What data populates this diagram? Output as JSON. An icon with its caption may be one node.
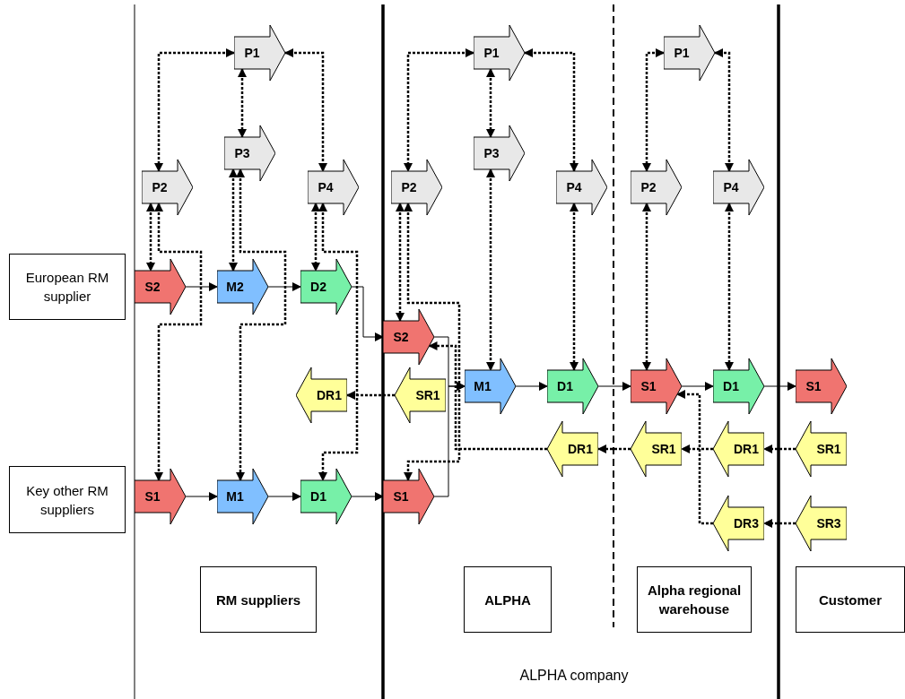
{
  "diagram": {
    "nodes": [
      {
        "text": [
          "European RM supplier"
        ]
      },
      {
        "text": [
          "Key other RM suppliers"
        ]
      },
      {
        "text": [
          "P1"
        ]
      },
      {
        "text": [
          "P3"
        ]
      },
      {
        "text": [
          "P2"
        ]
      },
      {
        "text": [
          "P4"
        ]
      },
      {
        "text": [
          "S2"
        ]
      },
      {
        "text": [
          "M2"
        ]
      },
      {
        "text": [
          "D2"
        ]
      },
      {
        "text": [
          "DR1"
        ]
      },
      {
        "text": [
          "S1"
        ]
      },
      {
        "text": [
          "M1"
        ]
      },
      {
        "text": [
          "D1"
        ]
      },
      {
        "text": [
          "P1"
        ]
      },
      {
        "text": [
          "P3"
        ]
      },
      {
        "text": [
          "P2"
        ]
      },
      {
        "text": [
          "P4"
        ]
      },
      {
        "text": [
          "S2"
        ]
      },
      {
        "text": [
          "SR1"
        ]
      },
      {
        "text": [
          "M1"
        ]
      },
      {
        "text": [
          "D1"
        ]
      },
      {
        "text": [
          "DR1"
        ]
      },
      {
        "text": [
          "S1"
        ]
      },
      {
        "text": [
          "P1"
        ]
      },
      {
        "text": [
          "P2"
        ]
      },
      {
        "text": [
          "P4"
        ]
      },
      {
        "text": [
          "S1"
        ]
      },
      {
        "text": [
          "D1"
        ]
      },
      {
        "text": [
          "SR1"
        ]
      },
      {
        "text": [
          "DR1"
        ]
      },
      {
        "text": [
          "DR3"
        ]
      },
      {
        "text": [
          "S1"
        ]
      },
      {
        "text": [
          "SR1"
        ]
      },
      {
        "text": [
          "SR3"
        ]
      },
      {
        "text": [
          "RM suppliers"
        ]
      },
      {
        "text": [
          "ALPHA"
        ]
      },
      {
        "text": [
          "Alpha regional warehouse"
        ]
      },
      {
        "text": [
          "Customer"
        ]
      }
    ],
    "edges": [
      {
        "from": 2,
        "to": 4,
        "arrow": "both",
        "style": "dashed"
      },
      {
        "from": 2,
        "to": 5,
        "arrow": "both",
        "style": "dashed"
      },
      {
        "from": 2,
        "to": 3,
        "arrow": "both",
        "style": "dashed"
      },
      {
        "from": 4,
        "to": 6,
        "arrow": "both",
        "style": "dashed"
      },
      {
        "from": 4,
        "to": 10,
        "arrow": "both",
        "style": "dashed"
      },
      {
        "from": 3,
        "to": 7,
        "arrow": "both",
        "style": "dashed"
      },
      {
        "from": 3,
        "to": 11,
        "arrow": "both",
        "style": "dashed"
      },
      {
        "from": 5,
        "to": 8,
        "arrow": "both",
        "style": "dashed"
      },
      {
        "from": 5,
        "to": 12,
        "arrow": "both",
        "style": "dashed"
      },
      {
        "from": 6,
        "to": 7,
        "arrow": "to"
      },
      {
        "from": 7,
        "to": 8,
        "arrow": "to"
      },
      {
        "from": 8,
        "to": 17,
        "arrow": "to"
      },
      {
        "from": 10,
        "to": 11,
        "arrow": "to"
      },
      {
        "from": 11,
        "to": 12,
        "arrow": "to"
      },
      {
        "from": 12,
        "to": 22,
        "arrow": "to"
      },
      {
        "from": 18,
        "to": 9,
        "arrow": "to",
        "style": "dashed"
      },
      {
        "from": 13,
        "to": 15,
        "arrow": "both",
        "style": "dashed"
      },
      {
        "from": 13,
        "to": 16,
        "arrow": "both",
        "style": "dashed"
      },
      {
        "from": 13,
        "to": 14,
        "arrow": "both",
        "style": "dashed"
      },
      {
        "from": 15,
        "to": 17,
        "arrow": "both",
        "style": "dashed"
      },
      {
        "from": 15,
        "to": 22,
        "arrow": "both",
        "style": "dashed"
      },
      {
        "from": 14,
        "to": 19,
        "arrow": "both",
        "style": "dashed"
      },
      {
        "from": 16,
        "to": 20,
        "arrow": "both",
        "style": "dashed"
      },
      {
        "from": 17,
        "to": 19,
        "arrow": "to"
      },
      {
        "from": 22,
        "to": 19,
        "arrow": "to"
      },
      {
        "from": 19,
        "to": 20,
        "arrow": "to"
      },
      {
        "from": 20,
        "to": 26,
        "arrow": "to"
      },
      {
        "from": 21,
        "to": 17,
        "arrow": "to",
        "style": "dashed"
      },
      {
        "from": 23,
        "to": 24,
        "arrow": "both",
        "style": "dashed"
      },
      {
        "from": 23,
        "to": 25,
        "arrow": "both",
        "style": "dashed"
      },
      {
        "from": 24,
        "to": 26,
        "arrow": "both",
        "style": "dashed"
      },
      {
        "from": 25,
        "to": 27,
        "arrow": "both",
        "style": "dashed"
      },
      {
        "from": 26,
        "to": 27,
        "arrow": "to"
      },
      {
        "from": 27,
        "to": 31,
        "arrow": "to"
      },
      {
        "from": 29,
        "to": 28,
        "arrow": "to",
        "style": "dashed"
      },
      {
        "from": 28,
        "to": 21,
        "arrow": "to",
        "style": "dashed"
      },
      {
        "from": 32,
        "to": 29,
        "arrow": "to",
        "style": "dashed"
      },
      {
        "from": 33,
        "to": 30,
        "arrow": "to",
        "style": "dashed"
      },
      {
        "from": 30,
        "to": 26,
        "arrow": "to",
        "style": "dashed"
      }
    ],
    "labels": [
      "ALPHA company"
    ]
  }
}
